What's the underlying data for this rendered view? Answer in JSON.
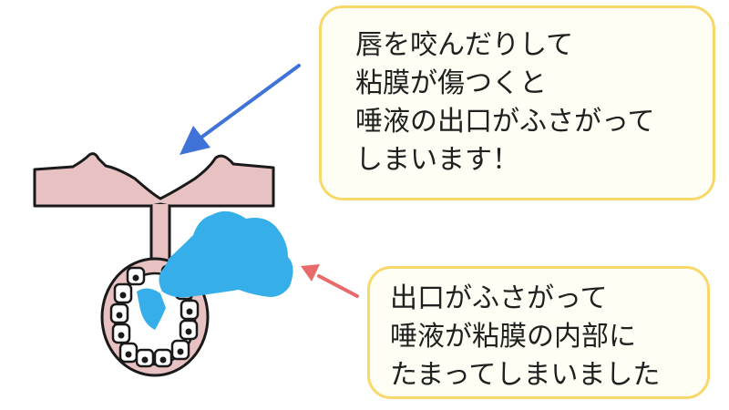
{
  "callout_top": {
    "lines": [
      "唇を咬んだりして",
      "粘膜が傷つくと",
      "唾液の出口がふさがって",
      "しまいます！"
    ]
  },
  "callout_bottom": {
    "lines": [
      "出口がふさがって",
      "唾液が粘膜の内部に",
      "たまってしまいました"
    ]
  },
  "colors": {
    "mucosa": "#e8c2c2",
    "saliva": "#35aeea",
    "arrow_blue": "#3f73d8",
    "arrow_red": "#e86a6a",
    "callout_border": "#f7d86a",
    "callout_fill": "#fffef4"
  }
}
